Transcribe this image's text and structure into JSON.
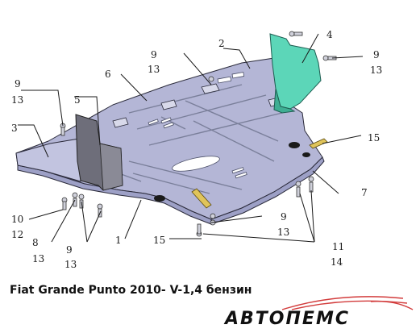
{
  "caption": "Fiat Grande Punto 2010-  V-1,4 бензин",
  "brand": "АВТОПЕМС",
  "callouts": [
    "2",
    "4",
    "9",
    "13",
    "9",
    "13",
    "6",
    "9",
    "13",
    "5",
    "3",
    "15",
    "7",
    "9",
    "13",
    "10",
    "12",
    "8",
    "13",
    "9",
    "13",
    "1",
    "15",
    "11",
    "14"
  ],
  "colors": {
    "plate": "#b4b6d6",
    "plate_dark": "#8f92b8",
    "bracket": "#5cd6b8",
    "side_bracket": "#6e6e7a",
    "pad": "#e0c45a",
    "brand_swoosh": "#d23b3b"
  }
}
